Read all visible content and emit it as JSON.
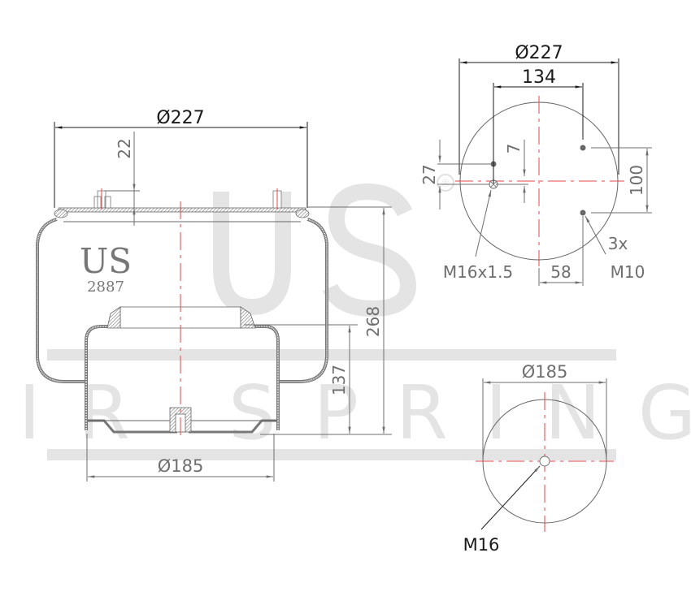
{
  "watermark": {
    "big_text": "US",
    "registered_mark": "®",
    "banner_text": "AIR SPRING",
    "color": "#e4e4e4"
  },
  "side_view": {
    "logo_text": "US",
    "part_number": "2887",
    "top_diameter": "Ø227",
    "stud_height": "22",
    "overall_height": "268",
    "piston_height": "137",
    "piston_diameter": "Ø185"
  },
  "top_plate_view": {
    "diameter": "Ø227",
    "stud_spacing": "134",
    "offset_small": "7",
    "offset_27": "27",
    "vertical_spacing": "100",
    "horizontal_offset": "58",
    "air_inlet_label": "M16x1.5",
    "stud_count_label": "3x",
    "stud_thread_label": "M10"
  },
  "bottom_piston_view": {
    "diameter": "Ø185",
    "thread_label": "M16"
  },
  "colors": {
    "dimension_lines": "#6e6e6e",
    "center_lines": "#e8454a",
    "dark_text": "#1a1a1a"
  }
}
